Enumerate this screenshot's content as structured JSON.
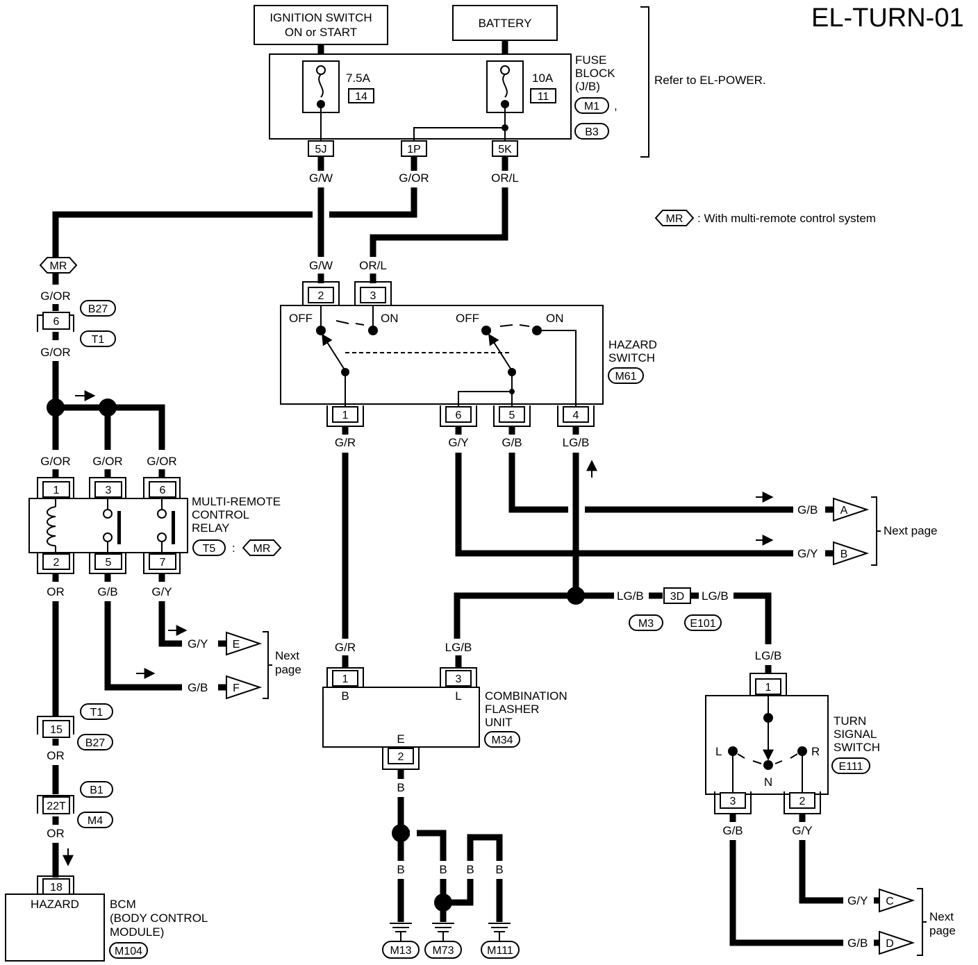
{
  "title": "EL-TURN-01",
  "sources": {
    "ignition_line1": "IGNITION SWITCH",
    "ignition_line2": "ON or START",
    "battery": "BATTERY"
  },
  "fuse_block": {
    "line1": "FUSE",
    "line2": "BLOCK",
    "line3": "(J/B)",
    "conn1": "M1",
    "comma": ",",
    "conn2": "B3",
    "refer": "Refer to EL-POWER.",
    "fuse_left_rating": "7.5A",
    "fuse_left_number": "14",
    "fuse_right_rating": "10A",
    "fuse_right_number": "11",
    "term_5j": "5J",
    "term_1p": "1P",
    "term_5k": "5K"
  },
  "legend": {
    "tag": "MR",
    "text": ": With multi-remote control system"
  },
  "hazard_switch": {
    "line1": "HAZARD",
    "line2": "SWITCH",
    "conn": "M61",
    "off": "OFF",
    "on": "ON",
    "pins": [
      "2",
      "3",
      "1",
      "6",
      "5",
      "4"
    ]
  },
  "relay": {
    "line1": "MULTI-REMOTE",
    "line2": "CONTROL",
    "line3": "RELAY",
    "conn": "T5",
    "colon": ":",
    "mr": "MR",
    "pins": [
      "1",
      "3",
      "6",
      "2",
      "5",
      "7"
    ]
  },
  "flasher": {
    "line1": "COMBINATION",
    "line2": "FLASHER",
    "line3": "UNIT",
    "conn": "M34",
    "pin_b": "B",
    "pin_l": "L",
    "pin_e": "E",
    "pins": [
      "1",
      "3",
      "2"
    ]
  },
  "turn_switch": {
    "line1": "TURN",
    "line2": "SIGNAL",
    "line3": "SWITCH",
    "conn": "E111",
    "pos_l": "L",
    "pos_r": "R",
    "pos_n": "N",
    "pins": [
      "1",
      "3",
      "2"
    ]
  },
  "bcm": {
    "inner": "HAZARD",
    "line1": "BCM",
    "line2": "(BODY CONTROL",
    "line3": "MODULE)",
    "conn": "M104",
    "pin": "18"
  },
  "connectors": {
    "mr_tag": "MR",
    "b27": "B27",
    "t1": "T1",
    "c6": "6",
    "c15": "15",
    "b1": "B1",
    "m4": "M4",
    "c22t": "22T",
    "c3d": "3D",
    "m3": "M3",
    "e101": "E101"
  },
  "wires": {
    "gw": "G/W",
    "gor": "G/OR",
    "orl": "OR/L",
    "gr": "G/R",
    "gy": "G/Y",
    "gb": "G/B",
    "lgb": "LG/B",
    "or": "OR",
    "b": "B"
  },
  "offpage": {
    "a": "A",
    "b": "B",
    "c": "C",
    "d": "D",
    "e": "E",
    "f": "F",
    "next_page": "Next page",
    "next": "Next",
    "page": "page"
  },
  "grounds": {
    "m13": "M13",
    "m73": "M73",
    "m111": "M111"
  }
}
